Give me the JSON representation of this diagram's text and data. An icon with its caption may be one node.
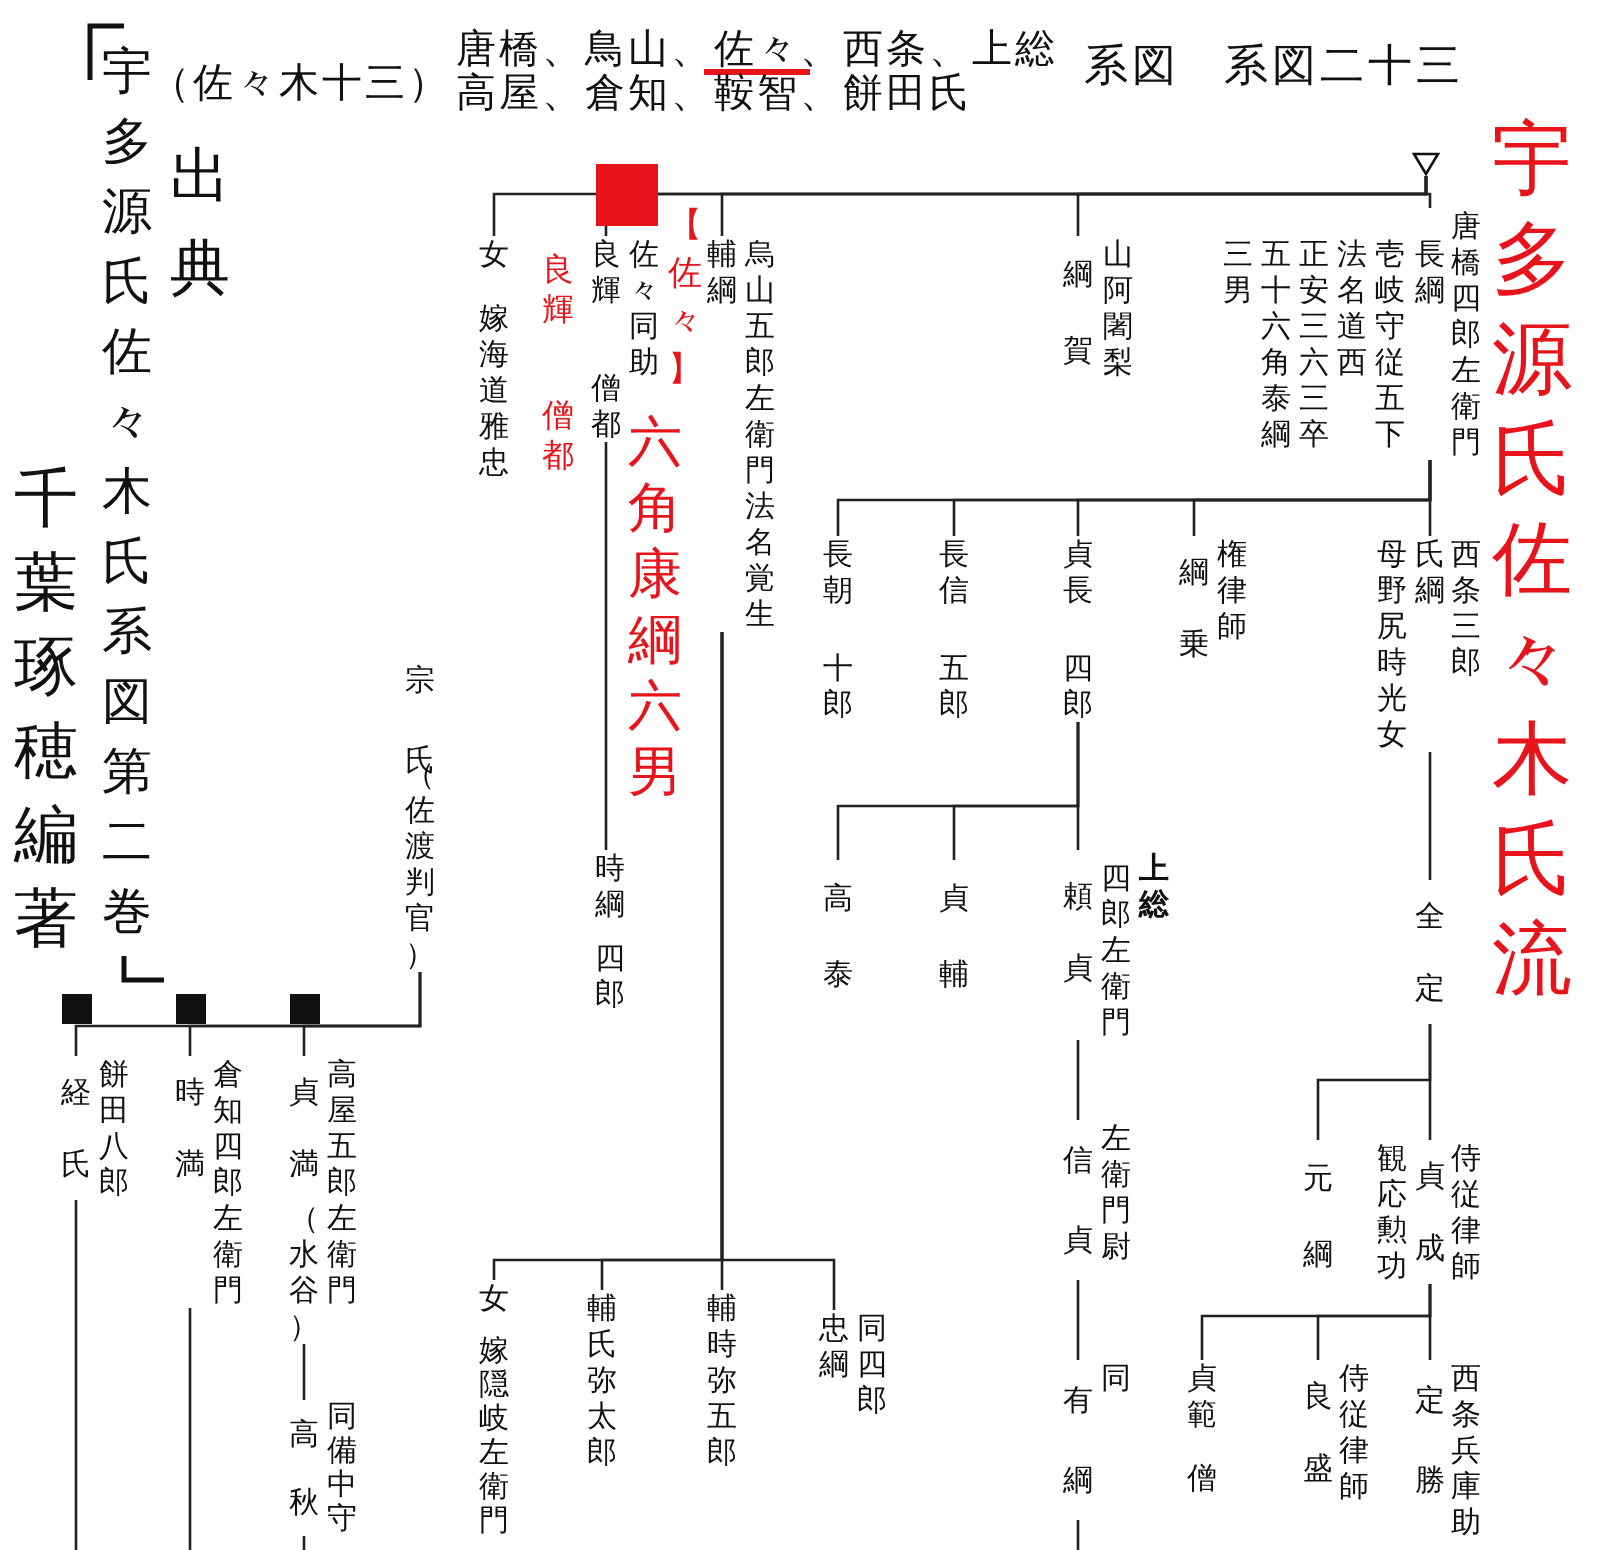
{
  "diagram": {
    "title": "宇多源氏佐々木氏流",
    "nodes": [
      {
        "text": [],
        "shape": "triangle"
      },
      {
        "text": [
          "三男",
          "五十六角泰綱",
          "正安三六三卒",
          "法名道西",
          "壱岐守従五下",
          "長綱",
          "唐橋四郎左衛門"
        ]
      },
      {
        "text": [
          "綱賀",
          "山阿闍梨"
        ]
      },
      {
        "text": [
          "輔綱",
          "烏山五郎左衛門法名覚生"
        ]
      },
      {
        "text": [
          "良輝",
          "僧都",
          "佐々同助"
        ]
      },
      {
        "text": [
          "女",
          "嫁海道雅忠"
        ]
      },
      {
        "text": [
          "時綱",
          "四郎"
        ]
      },
      {
        "text": [
          "母野尻時光女",
          "氏綱",
          "西条三郎"
        ]
      },
      {
        "text": [
          "綱乗",
          "権律師"
        ]
      },
      {
        "text": [
          "貞長",
          "四郎"
        ]
      },
      {
        "text": [
          "長信",
          "五郎"
        ]
      },
      {
        "text": [
          "長朝",
          "十郎"
        ]
      },
      {
        "text": [
          "頼貞",
          "四郎左衛門",
          "上総"
        ]
      },
      {
        "text": [
          "貞輔"
        ]
      },
      {
        "text": [
          "高泰"
        ]
      },
      {
        "text": [
          "信貞",
          "左衛門尉"
        ]
      },
      {
        "text": [
          "有綱",
          "同"
        ]
      },
      {
        "text": [
          "全定"
        ]
      },
      {
        "text": [
          "観応勲功",
          "貞成",
          "侍従律師"
        ]
      },
      {
        "text": [
          "元綱"
        ]
      },
      {
        "text": [
          "定勝",
          "西条兵庫助"
        ]
      },
      {
        "text": [
          "良盛",
          "侍従律師"
        ]
      },
      {
        "text": [
          "貞範",
          "僧"
        ]
      },
      {
        "text": [
          "宗氏",
          "（佐渡判官）"
        ]
      },
      {
        "text": [
          "貞満",
          "（水谷）",
          "高屋五郎左衛門"
        ]
      },
      {
        "text": [
          "高秋",
          "同備中守"
        ]
      },
      {
        "text": [
          "時満",
          "倉知四郎左衛門"
        ]
      },
      {
        "text": [
          "経氏",
          "餅田八郎"
        ]
      },
      {
        "text": [
          "忠綱",
          "同四郎"
        ]
      },
      {
        "text": [
          "輔時弥五郎"
        ]
      },
      {
        "text": [
          "輔氏弥太郎"
        ]
      },
      {
        "text": [
          "女",
          "嫁隠岐左衛門"
        ]
      }
    ],
    "edges": [
      {
        "from": 0,
        "to": 1,
        "arrow": "none"
      },
      {
        "from": 0,
        "to": 2,
        "arrow": "none"
      },
      {
        "from": 0,
        "to": 3,
        "arrow": "none"
      },
      {
        "from": 0,
        "to": 4,
        "arrow": "none"
      },
      {
        "from": 0,
        "to": 5,
        "arrow": "none"
      },
      {
        "from": 4,
        "to": 6,
        "arrow": "none"
      },
      {
        "from": 1,
        "to": 7,
        "arrow": "none"
      },
      {
        "from": 1,
        "to": 8,
        "arrow": "none"
      },
      {
        "from": 1,
        "to": 9,
        "arrow": "none"
      },
      {
        "from": 1,
        "to": 10,
        "arrow": "none"
      },
      {
        "from": 1,
        "to": 11,
        "arrow": "none"
      },
      {
        "from": 9,
        "to": 12,
        "arrow": "none"
      },
      {
        "from": 9,
        "to": 13,
        "arrow": "none"
      },
      {
        "from": 9,
        "to": 14,
        "arrow": "none"
      },
      {
        "from": 12,
        "to": 15,
        "arrow": "none"
      },
      {
        "from": 15,
        "to": 16,
        "arrow": "none"
      },
      {
        "from": 16,
        "to": null,
        "arrow": "none"
      },
      {
        "from": 7,
        "to": 17,
        "arrow": "none"
      },
      {
        "from": 17,
        "to": 18,
        "arrow": "none"
      },
      {
        "from": 17,
        "to": 19,
        "arrow": "none"
      },
      {
        "from": 18,
        "to": 20,
        "arrow": "none"
      },
      {
        "from": 18,
        "to": 21,
        "arrow": "none"
      },
      {
        "from": 18,
        "to": 22,
        "arrow": "none"
      },
      {
        "from": 23,
        "to": 24,
        "arrow": "none"
      },
      {
        "from": 23,
        "to": 26,
        "arrow": "none"
      },
      {
        "from": 23,
        "to": 27,
        "arrow": "none"
      },
      {
        "from": 24,
        "to": 25,
        "arrow": "none"
      },
      {
        "from": 25,
        "to": null,
        "arrow": "none"
      },
      {
        "from": 26,
        "to": null,
        "arrow": "none"
      },
      {
        "from": 27,
        "to": null,
        "arrow": "none"
      },
      {
        "from": 3,
        "to": 29,
        "arrow": "none"
      },
      {
        "from": 3,
        "to": 28,
        "arrow": "none"
      },
      {
        "from": 3,
        "to": 30,
        "arrow": "none"
      },
      {
        "from": 3,
        "to": 31,
        "arrow": "none"
      }
    ],
    "labels": [
      "（佐々木十三）",
      "唐橋、鳥山、佐々、西条、上総",
      "高屋、倉知、鞍智、餅田氏",
      "系図",
      "系図二十三",
      "宇多源氏佐々木氏系図第二巻",
      "出典",
      "千葉琢穂編著",
      "【佐々】",
      "良輝",
      "僧都",
      "六角康綱六男"
    ]
  }
}
